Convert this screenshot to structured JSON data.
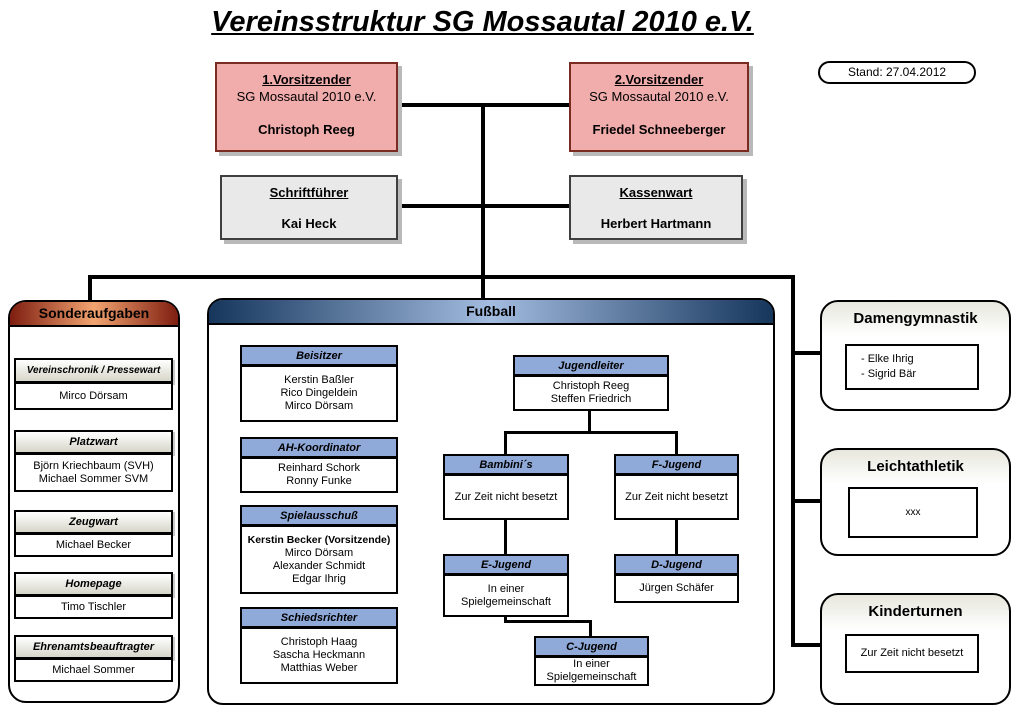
{
  "title": "Vereinsstruktur SG Mossautal 2010 e.V.",
  "stand_label": "Stand: 27.04.2012",
  "board": {
    "vors1": {
      "title": "1.Vorsitzender",
      "org": "SG Mossautal 2010 e.V.",
      "name": "Christoph Reeg"
    },
    "vors2": {
      "title": "2.Vorsitzender",
      "org": "SG Mossautal 2010 e.V.",
      "name": "Friedel Schneeberger"
    },
    "schriftfuehrer": {
      "title": "Schriftführer",
      "name": "Kai Heck"
    },
    "kassenwart": {
      "title": "Kassenwart",
      "name": "Herbert Hartmann"
    }
  },
  "sonderaufgaben": {
    "title": "Sonderaufgaben",
    "items": [
      {
        "role": "Vereinschronik / Pressewart",
        "names": [
          "Mirco Dörsam"
        ]
      },
      {
        "role": "Platzwart",
        "names": [
          "Björn Kriechbaum (SVH)",
          "Michael Sommer SVM"
        ]
      },
      {
        "role": "Zeugwart",
        "names": [
          "Michael Becker"
        ]
      },
      {
        "role": "Homepage",
        "names": [
          "Timo Tischler"
        ]
      },
      {
        "role": "Ehrenamtsbeauftragter",
        "names": [
          "Michael Sommer"
        ]
      }
    ]
  },
  "fussball": {
    "title": "Fußball",
    "committees": [
      {
        "role": "Beisitzer",
        "names": [
          "Kerstin Baßler",
          "Rico Dingeldein",
          "Mirco Dörsam"
        ]
      },
      {
        "role": "AH-Koordinator",
        "names": [
          "Reinhard Schork",
          "Ronny Funke"
        ]
      },
      {
        "role": "Spielausschuß",
        "chair": "Kerstin Becker (Vorsitzende)",
        "names": [
          "Mirco Dörsam",
          "Alexander Schmidt",
          "Edgar Ihrig"
        ]
      },
      {
        "role": "Schiedsrichter",
        "names": [
          "Christoph Haag",
          "Sascha Heckmann",
          "Matthias Weber"
        ]
      }
    ],
    "jugendleiter": {
      "role": "Jugendleiter",
      "names": [
        "Christoph Reeg",
        "Steffen Friedrich"
      ]
    },
    "teams": [
      {
        "role": "Bambini´s",
        "status": [
          "Zur Zeit nicht besetzt"
        ]
      },
      {
        "role": "F-Jugend",
        "status": [
          "Zur Zeit nicht besetzt"
        ]
      },
      {
        "role": "E-Jugend",
        "status": [
          "In einer",
          "Spielgemeinschaft"
        ]
      },
      {
        "role": "D-Jugend",
        "status": [
          "Jürgen Schäfer"
        ]
      },
      {
        "role": "C-Jugend",
        "status": [
          "In einer",
          "Spielgemeinschaft"
        ]
      }
    ]
  },
  "sections": [
    {
      "title": "Damengymnastik",
      "content": [
        "- Elke Ihrig",
        "- Sigrid Bär"
      ]
    },
    {
      "title": "Leichtathletik",
      "content": [
        "xxx"
      ]
    },
    {
      "title": "Kinderturnen",
      "content": [
        "Zur Zeit nicht besetzt"
      ]
    }
  ]
}
